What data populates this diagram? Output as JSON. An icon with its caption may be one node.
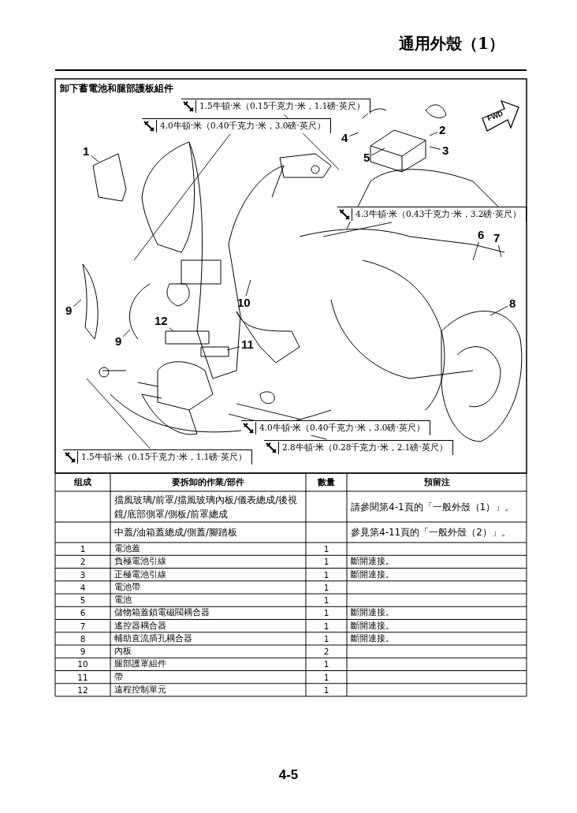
{
  "diagram": {
    "title": "通用外殼（1）",
    "nodes": [
      {
        "text": [
          "1.5牛頓·米（0.15千克力·米，1.1磅·英尺）"
        ]
      },
      {
        "text": [
          "4.0牛頓·米（0.40千克力·米，3.0磅·英尺）"
        ]
      },
      {
        "text": [
          "1"
        ]
      },
      {
        "text": [
          "4"
        ]
      },
      {
        "text": [
          "2"
        ]
      },
      {
        "text": [
          "5"
        ]
      },
      {
        "text": [
          "3"
        ]
      },
      {
        "text": [
          "4.3牛頓·米（0.43千克力·米，3.2磅·英尺）"
        ]
      },
      {
        "text": [
          "6"
        ]
      },
      {
        "text": [
          "7"
        ]
      },
      {
        "text": [
          "8"
        ]
      },
      {
        "text": [
          "9"
        ]
      },
      {
        "text": [
          "12"
        ]
      },
      {
        "text": [
          "10"
        ]
      },
      {
        "text": [
          "9"
        ]
      },
      {
        "text": [
          "11"
        ]
      },
      {
        "text": [
          "4.0牛頓·米（0.40千克力·米，3.0磅·英尺）"
        ]
      },
      {
        "text": [
          "2.8牛頓·米（0.28千克力·米，2.1磅·英尺）"
        ]
      },
      {
        "text": [
          "1.5牛頓·米（0.15千克力·米，1.1磅·英尺）"
        ]
      }
    ],
    "edges": [
      {
        "from": 0,
        "to": null,
        "arrow": "none"
      },
      {
        "from": 1,
        "to": null,
        "arrow": "none"
      },
      {
        "from": 2,
        "to": null,
        "arrow": "none"
      },
      {
        "from": 3,
        "to": null,
        "arrow": "none"
      },
      {
        "from": 4,
        "to": null,
        "arrow": "none"
      },
      {
        "from": 5,
        "to": null,
        "arrow": "none"
      },
      {
        "from": 6,
        "to": null,
        "arrow": "none"
      },
      {
        "from": 7,
        "to": null,
        "arrow": "none"
      },
      {
        "from": 8,
        "to": null,
        "arrow": "none"
      },
      {
        "from": 9,
        "to": null,
        "arrow": "none"
      },
      {
        "from": 10,
        "to": null,
        "arrow": "none"
      },
      {
        "from": 11,
        "to": null,
        "arrow": "none"
      },
      {
        "from": 12,
        "to": null,
        "arrow": "none"
      },
      {
        "from": 13,
        "to": null,
        "arrow": "none"
      },
      {
        "from": 14,
        "to": null,
        "arrow": "none"
      },
      {
        "from": 15,
        "to": null,
        "arrow": "none"
      },
      {
        "from": 16,
        "to": null,
        "arrow": "none"
      },
      {
        "from": 17,
        "to": null,
        "arrow": "none"
      },
      {
        "from": 18,
        "to": null,
        "arrow": "none"
      }
    ],
    "labels": [
      "卸下蓄電池和腿部護板組件",
      "FWD",
      "组成",
      "要拆卸的作業/部件",
      "數量",
      "預留注",
      "擋風玻璃/前罩/擋風玻璃內板/儀表總成/後視鏡/底部側罩/側板/前罩總成",
      "請參閱第4-1頁的「一般外殼（1）」。",
      "中蓋/油箱蓋總成/側蓋/腳踏板",
      "參見第4-11頁的「一般外殼（2）」。",
      "1",
      "電池蓋",
      "1",
      "2",
      "負極電池引線",
      "1",
      "斷開連接。",
      "3",
      "正極電池引線",
      "1",
      "斷開連接。",
      "4",
      "電池帶",
      "1",
      "5",
      "電池",
      "1",
      "6",
      "儲物箱蓋鎖電磁閥耦合器",
      "1",
      "斷開連接。",
      "7",
      "遙控器耦合器",
      "1",
      "斷開連接。",
      "8",
      "輔助直流插孔耦合器",
      "1",
      "斷開連接。",
      "9",
      "內板",
      "2",
      "10",
      "腿部護罩組件",
      "1",
      "11",
      "帶",
      "1",
      "12",
      "遠程控制單元",
      "1",
      "4-5"
    ]
  }
}
